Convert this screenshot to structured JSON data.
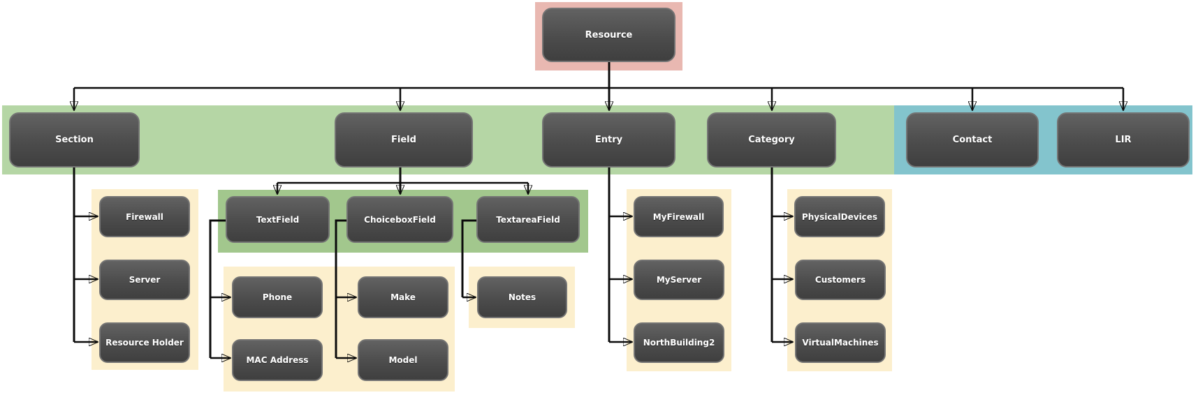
{
  "diagram_type": "hierarchy-tree",
  "nodes": {
    "resource": "Resource",
    "section": "Section",
    "field": "Field",
    "entry": "Entry",
    "category": "Category",
    "contact": "Contact",
    "lir": "LIR",
    "firewall": "Firewall",
    "server": "Server",
    "resource_holder": "Resource Holder",
    "textfield": "TextField",
    "choiceboxfield": "ChoiceboxField",
    "textareafield": "TextareaField",
    "phone": "Phone",
    "mac_address": "MAC Address",
    "make": "Make",
    "model": "Model",
    "notes": "Notes",
    "myfirewall": "MyFirewall",
    "myserver": "MyServer",
    "northbuilding2": "NorthBuilding2",
    "physicaldevices": "PhysicalDevices",
    "customers": "Customers",
    "virtualmachines": "VirtualMachines"
  },
  "hierarchy": {
    "Resource": [
      "Section",
      "Field",
      "Entry",
      "Category",
      "Contact",
      "LIR"
    ],
    "Section": [
      "Firewall",
      "Server",
      "Resource Holder"
    ],
    "Field": [
      "TextField",
      "ChoiceboxField",
      "TextareaField"
    ],
    "TextField": [
      "Phone",
      "MAC Address"
    ],
    "ChoiceboxField": [
      "Make",
      "Model"
    ],
    "TextareaField": [
      "Notes"
    ],
    "Entry": [
      "MyFirewall",
      "MyServer",
      "NorthBuilding2"
    ],
    "Category": [
      "PhysicalDevices",
      "Customers",
      "VirtualMachines"
    ]
  },
  "group_highlights": [
    {
      "color": "#e9b8b1",
      "members": [
        "Resource"
      ]
    },
    {
      "color": "#b5d6a5",
      "members": [
        "Section",
        "Field",
        "Entry",
        "Category"
      ]
    },
    {
      "color": "#83c4cd",
      "members": [
        "Contact",
        "LIR"
      ]
    },
    {
      "color": "#a2c78d",
      "members": [
        "TextField",
        "ChoiceboxField",
        "TextareaField"
      ]
    },
    {
      "color": "#fcefcd",
      "members": [
        "Firewall",
        "Server",
        "Resource Holder"
      ]
    },
    {
      "color": "#fcefcd",
      "members": [
        "Phone",
        "MAC Address",
        "Make",
        "Model"
      ]
    },
    {
      "color": "#fcefcd",
      "members": [
        "Notes"
      ]
    },
    {
      "color": "#fcefcd",
      "members": [
        "MyFirewall",
        "MyServer",
        "NorthBuilding2"
      ]
    },
    {
      "color": "#fcefcd",
      "members": [
        "PhysicalDevices",
        "Customers",
        "VirtualMachines"
      ]
    }
  ],
  "colors": {
    "node_gradient_top": "#626262",
    "node_gradient_bottom": "#3f3f3f",
    "node_border": "#747474",
    "node_text": "#ffffff",
    "panel_pink": "#e9b8b1",
    "panel_green": "#b5d6a5",
    "panel_green_dark": "#a2c78d",
    "panel_teal": "#83c4cd",
    "panel_cream": "#fcefcd",
    "connector": "#0b0b0b",
    "background": "#ffffff"
  }
}
